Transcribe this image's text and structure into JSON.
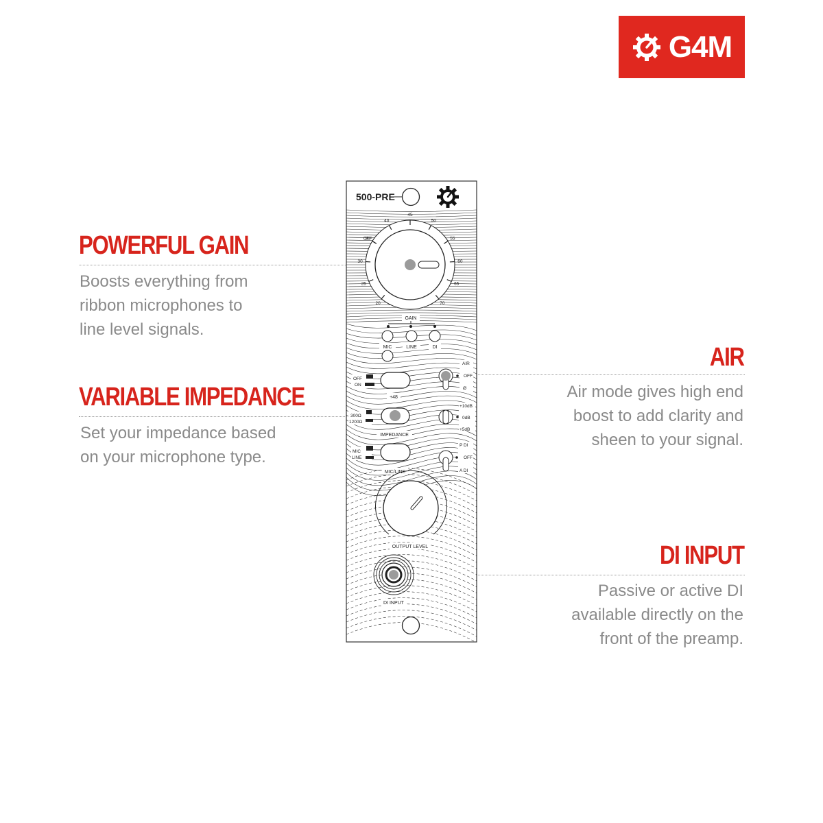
{
  "brand": {
    "logo_text": "G4M",
    "logo_color": "#e0281f",
    "logo_icon": "gear-knob-icon"
  },
  "accent_color": "#d7241c",
  "text_color": "#8a8a8a",
  "features": {
    "powerful_gain": {
      "title": "POWERFUL GAIN",
      "description": "Boosts everything from\nribbon microphones to\nline level signals."
    },
    "variable_impedance": {
      "title": "VARIABLE IMPEDANCE",
      "description": "Set your impedance based\non your microphone type."
    },
    "air": {
      "title": "AIR",
      "description": "Air mode gives high end\nboost to add clarity and\nsheen to your signal."
    },
    "di_input": {
      "title": "DI INPUT",
      "description": "Passive or active DI\navailable directly on the\nfront of the preamp."
    }
  },
  "panel": {
    "model": "500-PRE",
    "gain_label": "GAIN",
    "gain_scale": [
      "OFF",
      "40",
      "45",
      "50",
      "55",
      "60",
      "65",
      "70",
      "20",
      "25",
      "30",
      "35"
    ],
    "input_select": [
      "MIC",
      "LINE",
      "DI"
    ],
    "phantom": {
      "label": "+48",
      "off": "OFF",
      "on": "ON"
    },
    "impedance": {
      "label": "IMPEDANCE",
      "high": "300Ω",
      "low": "1200Ω"
    },
    "mic_line": {
      "label": "MIC/LINE",
      "mic": "MIC",
      "line": "LINE"
    },
    "air_switch": {
      "air": "AIR",
      "off": "OFF",
      "phase": "Ø"
    },
    "level_switch": {
      "plus10": "+10dB",
      "zero": "0dB",
      "plus5": "+5dB"
    },
    "di_switch": {
      "passive": "P DI",
      "off": "OFF",
      "active": "A DI"
    },
    "output_label": "OUTPUT LEVEL",
    "di_label": "DI INPUT"
  }
}
